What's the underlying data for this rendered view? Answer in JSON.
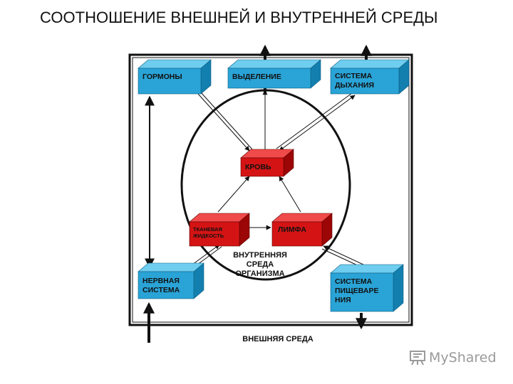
{
  "title": "СООТНОШЕНИЕ ВНЕШНЕЙ И ВНУТРЕННЕЙ СРЕДЫ",
  "nodes": {
    "hormones": "ГОРМОНЫ",
    "excretion": "ВЫДЕЛЕНИЕ",
    "respiratory": "СИСТЕМА\nДЫХАНИЯ",
    "blood": "КРОВЬ",
    "tissue_fluid": "ТКАНЕВАЯ\nЖИДКОСТЬ",
    "lymph": "ЛИМФА",
    "nervous": "НЕРВНАЯ\nСИСТЕМА",
    "digestive": "СИСТЕМА\nПИЩЕВАРЕ\nНИЯ"
  },
  "internal_env": "ВНУТРЕННЯЯ\nСРЕДА\nОРГАНИЗМА",
  "external_env": "ВНЕШНЯЯ СРЕДА",
  "logo": "MyShared",
  "colors": {
    "blue_front": "#2aa3d6",
    "blue_top": "#6fcdf0",
    "blue_side": "#137fae",
    "red_front": "#d41414",
    "red_top": "#f04a4a",
    "red_side": "#9c0606"
  }
}
